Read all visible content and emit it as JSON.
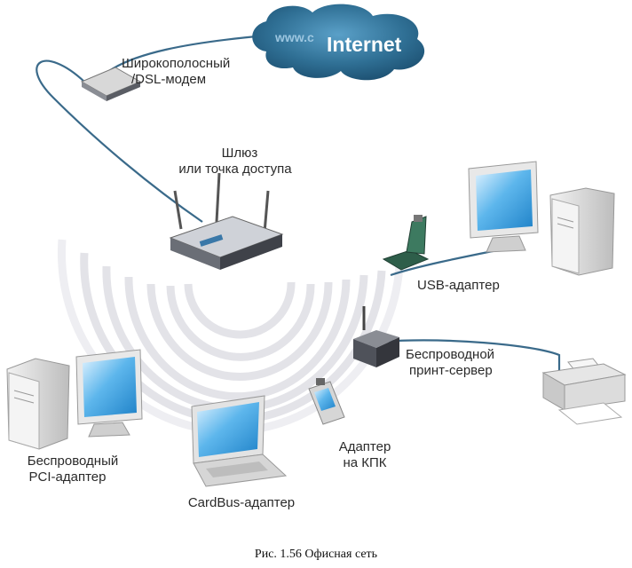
{
  "internet": {
    "label": "Internet",
    "faint_text": "www.c"
  },
  "devices": {
    "modem": {
      "line1": "Широкополосный",
      "line2": "/DSL-модем"
    },
    "gateway": {
      "line1": "Шлюз",
      "line2": "или точка доступа"
    },
    "usb": {
      "label": "USB-адаптер"
    },
    "print_server": {
      "line1": "Беспроводной",
      "line2": "принт-сервер"
    },
    "pda": {
      "line1": "Адаптер",
      "line2": "на КПК"
    },
    "cardbus": {
      "label": "CardBus-адаптер"
    },
    "pci": {
      "line1": "Беспроводный",
      "line2": "PCI-адаптер"
    }
  },
  "caption": "Рис. 1.56 Офисная сеть",
  "colors": {
    "cloud": "#2f6f94",
    "cable": "#3a6a8a",
    "screen": "#4aa6e0",
    "wave": "#e6e6ea"
  }
}
